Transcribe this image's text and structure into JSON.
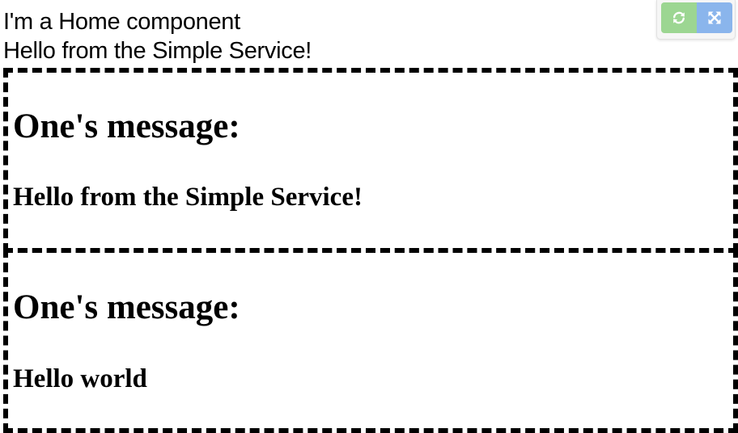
{
  "home": {
    "title": "I'm a Home component",
    "service_message": "Hello from the Simple Service!"
  },
  "toolbar": {
    "refresh_icon": "refresh-icon",
    "expand_icon": "expand-icon",
    "colors": {
      "refresh_bg": "#9cd692",
      "expand_bg": "#8ab5ec"
    }
  },
  "cards": [
    {
      "heading": "One's message:",
      "message": "Hello from the Simple Service!"
    },
    {
      "heading": "One's message:",
      "message": "Hello world"
    }
  ]
}
